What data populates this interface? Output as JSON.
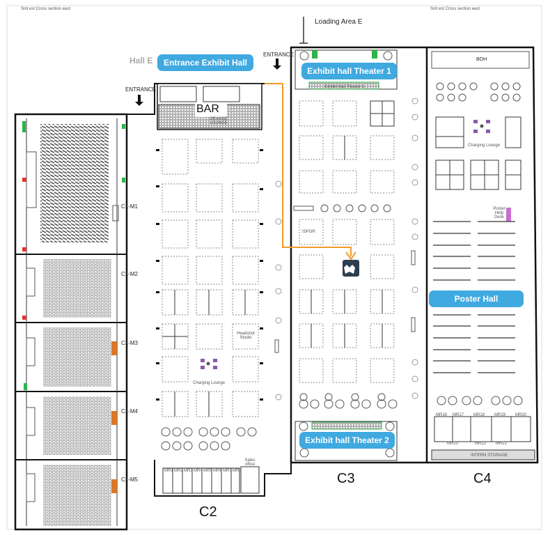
{
  "header": {
    "left_note": "Snit est",
    "left_sub": "Cross section east",
    "right_note": "Snit est",
    "right_sub": "Cross section east"
  },
  "labels": {
    "loading_area": "Loading Area E",
    "hall_e": "Hall E",
    "entrance_1": "ENTRANCE",
    "entrance_2": "ENTRANCE",
    "bar": "BAR",
    "lounge": "ORANGE LOUNGE",
    "boh": "BOH",
    "charging_lounge_1": "Charging Lounge",
    "charging_lounge_2": "Charging Lounge",
    "poster_help": "Poster Help Desk",
    "ispor": "ISPOR",
    "headshot": "Headshot Studio",
    "sales_office": "Sales office",
    "theater1_small": "Exhibit Hall Theater 1",
    "theater2_small": "Exhibit Hall Theater 2",
    "storage": "INTERN STORAGE"
  },
  "halls": {
    "c2": "C2",
    "c3": "C3",
    "c4": "C4"
  },
  "meeting_rooms_left": [
    "C1-M1",
    "C1-M2",
    "C1-M3",
    "C1-M4",
    "C1-M5"
  ],
  "meeting_rooms_bottom": [
    "MR1",
    "MR2",
    "MR3",
    "MR4",
    "MR5",
    "MR6",
    "MR7",
    "MR8"
  ],
  "meeting_rooms_c4_top": [
    "MR16",
    "MR17",
    "MR18",
    "MR19",
    "MR20"
  ],
  "meeting_rooms_c4_bottom": [
    "MR23",
    "MR22",
    "MR21"
  ],
  "callouts": {
    "entrance_exhibit_hall": "Entrance Exhibit Hall",
    "theater_1": "Exhibit hall Theater 1",
    "theater_2": "Exhibit hall Theater 2",
    "poster_hall": "Poster Hall"
  },
  "colors": {
    "callout": "#3fa9e0",
    "route": "#f39a2b",
    "wall": "#111111",
    "booth": "#888888",
    "exit_green": "#2fb34a",
    "exit_red": "#e3342f",
    "orange_room": "#d9782c"
  },
  "icons": {
    "destination": "wolf-logo-icon",
    "arrows": "down-arrow-icon"
  }
}
